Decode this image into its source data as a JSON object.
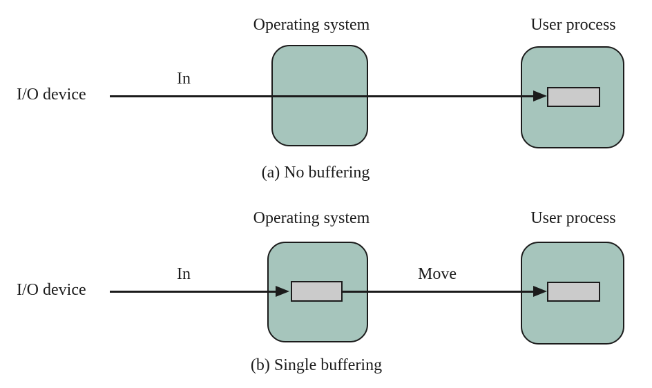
{
  "colors": {
    "box_fill": "#a6c5bc",
    "buffer_fill": "#cbcbcb",
    "stroke": "#1b1b1b",
    "page_bg": "#ffffff"
  },
  "diagram_a": {
    "os_label": "Operating system",
    "user_label": "User process",
    "device_label": "I/O device",
    "in_label": "In",
    "caption": "(a) No buffering"
  },
  "diagram_b": {
    "os_label": "Operating system",
    "user_label": "User process",
    "device_label": "I/O device",
    "in_label": "In",
    "move_label": "Move",
    "caption": "(b) Single buffering"
  }
}
